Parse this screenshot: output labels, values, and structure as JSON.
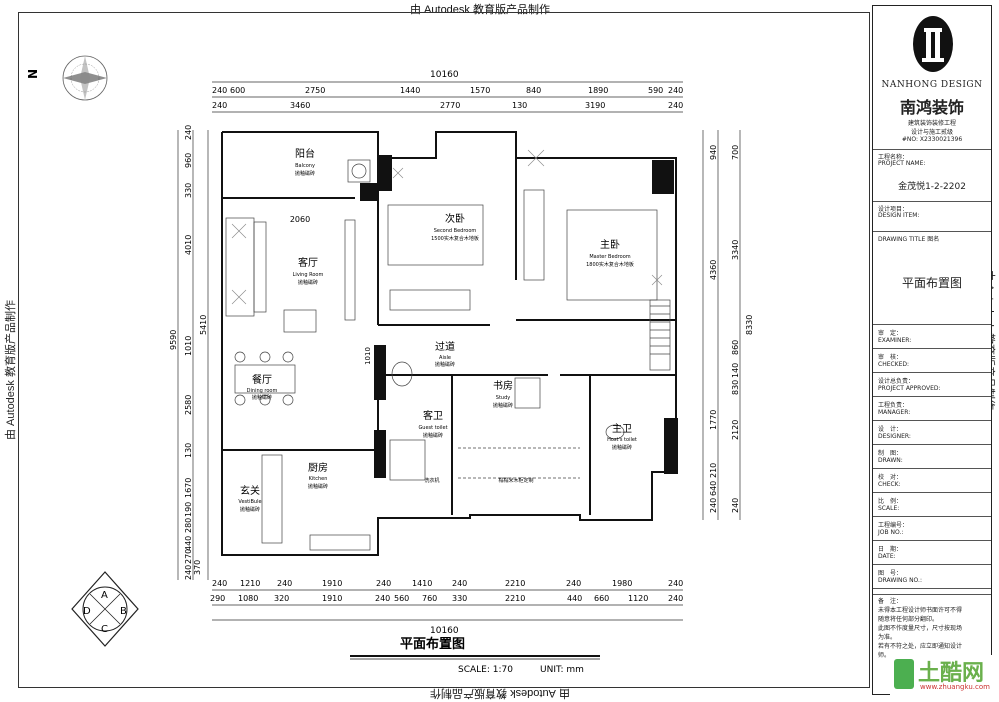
{
  "watermark_text": "由 Autodesk 教育版产品制作",
  "title_block": {
    "brand_en": "NANHONG DESIGN",
    "brand_cn": "南鸿装饰",
    "brand_sub1": "建筑装饰装修工程",
    "brand_sub2": "设计与施工贰级",
    "cert_no": "#NO: X2330021396",
    "project_name_label_cn": "工程名称：",
    "project_name_label_en": "PROJECT NAME:",
    "project_name": "金茂悦1-2-2202",
    "design_item_cn": "设计项目：",
    "design_item_en": "DESIGN ITEM:",
    "drawing_title_label": "DRAWING TITLE 图名",
    "drawing_title": "平面布置图",
    "fields": [
      {
        "cn": "审　定：",
        "en": "EXAMINER:"
      },
      {
        "cn": "审　核：",
        "en": "CHECKED:"
      },
      {
        "cn": "设计总负责：",
        "en": "PROJECT APPROVED:"
      },
      {
        "cn": "工程负责：",
        "en": "MANAGER:"
      },
      {
        "cn": "设　计：",
        "en": "DESIGNER:"
      },
      {
        "cn": "制　图：",
        "en": "DRAWN:"
      },
      {
        "cn": "校　对：",
        "en": "CHECK:"
      },
      {
        "cn": "比　例：",
        "en": "SCALE:"
      },
      {
        "cn": "工程编号：",
        "en": "JOB NO.:"
      },
      {
        "cn": "日　期：",
        "en": "DATE:"
      },
      {
        "cn": "图　号：",
        "en": "DRAWING NO.:"
      }
    ],
    "notes_title": "备　注：",
    "notes": [
      "未得本工程设计师书面许可不得",
      "随意将任何部分翻印。",
      "此图不作度量尺寸，尺寸按现场",
      "为准。",
      "若有不符之处，应立即通知设计",
      "师。"
    ]
  },
  "plan": {
    "title": "平面布置图",
    "scale_label": "SCALE: 1:70",
    "unit_label": "UNIT: mm",
    "total_width": "10160",
    "top_dims_row1": [
      "240",
      "600",
      "2750",
      "1440",
      "1570",
      "840",
      "1890",
      "590",
      "240"
    ],
    "top_dims_row2": [
      "240",
      "3460",
      "2770",
      "130",
      "3190",
      "240"
    ],
    "bottom_dims_row1": [
      "240",
      "1210",
      "240",
      "1910",
      "240",
      "1410",
      "240",
      "2210",
      "240",
      "1980",
      "240"
    ],
    "bottom_dims_row2": [
      "290",
      "1080",
      "320",
      "1910",
      "240",
      "560",
      "760",
      "330",
      "2210",
      "440",
      "660",
      "1120",
      "240"
    ],
    "left_dims": [
      "240",
      "960",
      "330",
      "4010",
      "5410",
      "1010",
      "2580",
      "130",
      "1670",
      "190",
      "280",
      "440",
      "270",
      "370",
      "240"
    ],
    "left_total": "9590",
    "right_dims": [
      "940",
      "700",
      "3340",
      "4360",
      "860",
      "140",
      "830",
      "1770",
      "2120",
      "210",
      "640",
      "240",
      "240"
    ],
    "right_total": "8330",
    "inner_dims": [
      "2060",
      "1010"
    ],
    "rooms": [
      {
        "cn": "阳台",
        "en": "Balcony",
        "sub": "抛釉磁砖"
      },
      {
        "cn": "客厅",
        "en": "Living Room",
        "sub": "抛釉磁砖"
      },
      {
        "cn": "餐厅",
        "en": "Dining room",
        "sub": "抛釉磁砖"
      },
      {
        "cn": "厨房",
        "en": "Kitchen",
        "sub": "抛釉磁砖"
      },
      {
        "cn": "玄关",
        "en": "VestiBule",
        "sub": "抛釉磁砖"
      },
      {
        "cn": "次卧",
        "en": "Second Bedroom",
        "sub": "1500实木复合木地板"
      },
      {
        "cn": "主卧",
        "en": "Master Bedroom",
        "sub": "1800实木复合木地板"
      },
      {
        "cn": "过道",
        "en": "Aisle",
        "sub": "抛釉磁砖"
      },
      {
        "cn": "客卫",
        "en": "Guest toilet",
        "sub": "抛釉磁砖"
      },
      {
        "cn": "书房",
        "en": "Study",
        "sub": "抛釉磁砖"
      },
      {
        "cn": "主卫",
        "en": "Host's toilet",
        "sub": "抛釉磁砖"
      }
    ],
    "laundry_label": "洗衣机",
    "wardrobe_label": "榻榻米木柜定制",
    "compass_letters": [
      "A",
      "B",
      "C",
      "D"
    ],
    "north_mark": "N"
  },
  "corner_logo": {
    "text": "土酷网",
    "url": "www.zhuangku.com"
  }
}
